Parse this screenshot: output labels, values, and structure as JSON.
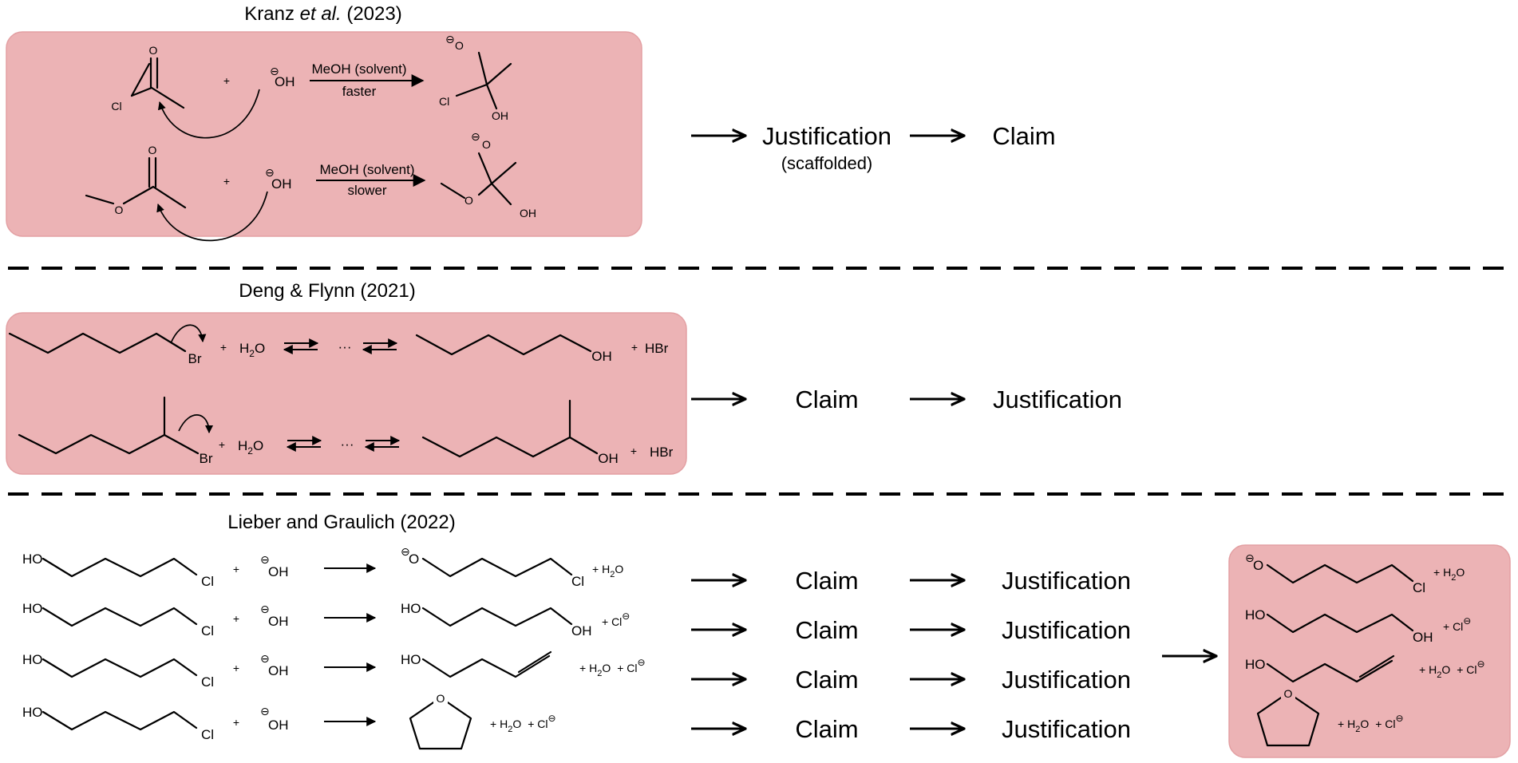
{
  "sections": [
    {
      "title_pre": "Kranz ",
      "title_italic": "et al.",
      "title_post": " (2023)",
      "reactions": [
        {
          "reactant_atoms": [
            "O",
            "Cl"
          ],
          "plus": "+",
          "nucleophile_charge": "⊖",
          "nucleophile": "OH",
          "conditions": "MeOH (solvent)",
          "rate": "faster",
          "product_atoms": [
            "⊖",
            "O",
            "Cl",
            "OH"
          ]
        },
        {
          "reactant_atoms": [
            "O",
            "O"
          ],
          "plus": "+",
          "nucleophile_charge": "⊖",
          "nucleophile": "OH",
          "conditions": "MeOH (solvent)",
          "rate": "slower",
          "product_atoms": [
            "⊖",
            "O",
            "O",
            "OH"
          ]
        }
      ],
      "flow": [
        "Justification",
        "Claim"
      ],
      "flow_note": "(scaffolded)"
    },
    {
      "title": "Deng & Flynn (2021)",
      "reactions": [
        {
          "leaving_group": "Br",
          "plus": "+",
          "water": "H",
          "water_sub": "2",
          "water_o": "O",
          "ellipsis": "···",
          "product_group": "OH",
          "plus2": "+",
          "byproduct": "HBr"
        },
        {
          "leaving_group": "Br",
          "plus": "+",
          "water": "H",
          "water_sub": "2",
          "water_o": "O",
          "ellipsis": "···",
          "product_group": "OH",
          "plus2": "+",
          "byproduct": "HBr"
        }
      ],
      "flow": [
        "Claim",
        "Justification"
      ]
    },
    {
      "title": "Lieber and Graulich (2022)",
      "reactant": {
        "left": "HO",
        "right": "Cl"
      },
      "plus": "+",
      "nucleophile_charge": "⊖",
      "nucleophile": "OH",
      "products": [
        {
          "charge": "⊖",
          "left": "O",
          "right": "Cl",
          "extra": "+ H",
          "extra_sub": "2",
          "extra_post": "O"
        },
        {
          "left": "HO",
          "right": "OH",
          "extra": "+ Cl",
          "charge_post": "⊖"
        },
        {
          "left": "HO",
          "extra": "+ H",
          "extra_sub": "2",
          "extra_post": "O",
          "extra2": "+ Cl",
          "charge_post": "⊖"
        },
        {
          "ring_atom": "O",
          "extra": "+ H",
          "extra_sub": "2",
          "extra_post": "O",
          "extra2": "+ Cl",
          "charge_post": "⊖"
        }
      ],
      "flow": [
        "Claim",
        "Justification"
      ]
    }
  ]
}
